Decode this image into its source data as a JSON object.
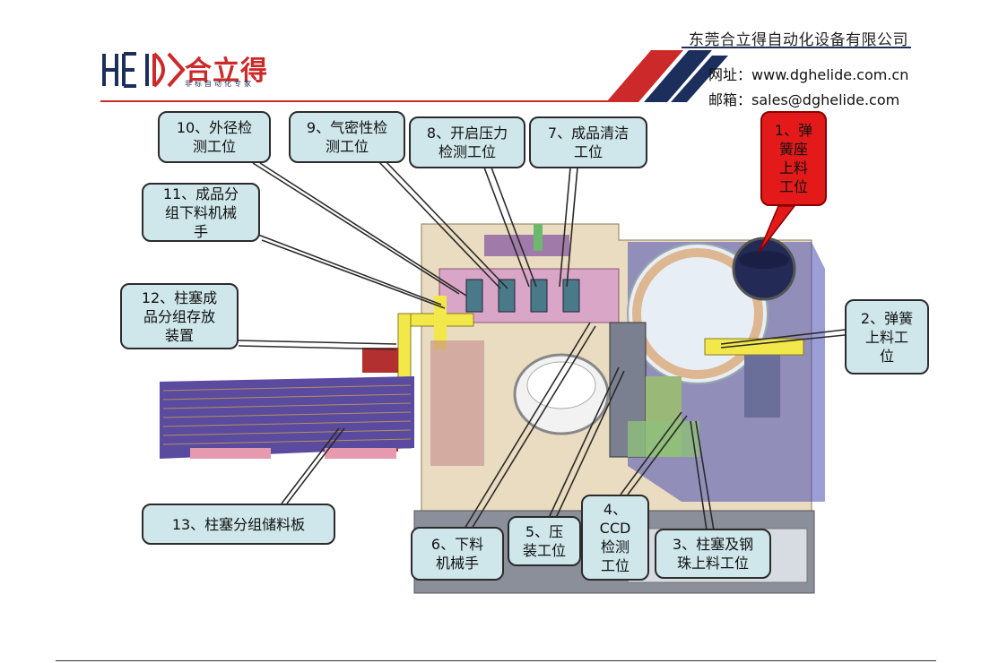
{
  "header": {
    "logo_text": "HEIDE合立得",
    "logo_tagline": "非标自动化专家",
    "company_name": "东莞合立得自动化设备有限公司",
    "website_label": "网址：",
    "website": "www.dghelide.com.cn",
    "email_label": "邮箱：",
    "email": "sales@dghelide.com"
  },
  "colors": {
    "brand_red": "#cc2a2a",
    "brand_navy": "#1b2e5c",
    "callout_fill": "#cfe6ea",
    "highlight_fill": "#e41a1a"
  },
  "callouts": [
    {
      "id": "c1",
      "label": "1、弹\n簧座\n上料\n工位"
    },
    {
      "id": "c2",
      "label": "2、弹簧\n上料工\n位"
    },
    {
      "id": "c3",
      "label": "3、柱塞及钢\n珠上料工位"
    },
    {
      "id": "c4",
      "label": "4、\nCCD\n检测\n工位"
    },
    {
      "id": "c5",
      "label": "5、压\n装工位"
    },
    {
      "id": "c6",
      "label": "6、下料\n机械手"
    },
    {
      "id": "c7",
      "label": "7、成品清洁\n工位"
    },
    {
      "id": "c8",
      "label": "8、开启压力\n检测工位"
    },
    {
      "id": "c9",
      "label": "9、气密性检\n测工位"
    },
    {
      "id": "c10",
      "label": "10、外径检\n测工位"
    },
    {
      "id": "c11",
      "label": "11、成品分\n组下料机械\n手"
    },
    {
      "id": "c12",
      "label": "12、柱塞成\n品分组存放\n装置"
    },
    {
      "id": "c13",
      "label": "13、柱塞分组储料板"
    }
  ]
}
